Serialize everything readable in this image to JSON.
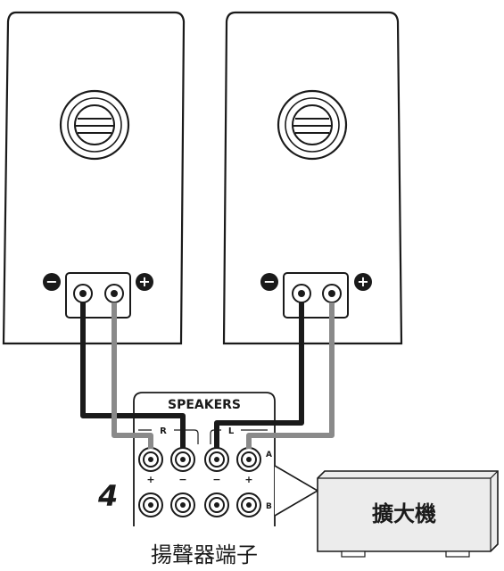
{
  "speakers": [
    {
      "name": "right-speaker",
      "minus_symbol": "−",
      "plus_symbol": "+"
    },
    {
      "name": "left-speaker",
      "minus_symbol": "−",
      "plus_symbol": "+"
    }
  ],
  "terminal_panel": {
    "title": "SPEAKERS",
    "channel_right": "R",
    "channel_left": "L",
    "row_a": "A",
    "row_b": "B",
    "polarity_labels": [
      "+",
      "−",
      "−",
      "+"
    ]
  },
  "step_number": "4",
  "terminal_caption": "揚聲器端子",
  "amplifier": {
    "label": "擴大機"
  },
  "colors": {
    "outline": "#1a1a1a",
    "black_cable": "#1a1a1a",
    "grey_cable": "#8a8a8a",
    "amp_fill": "#ececec"
  }
}
